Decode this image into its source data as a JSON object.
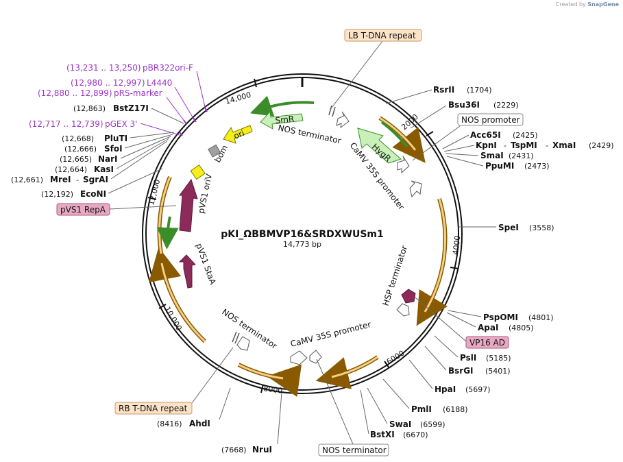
{
  "watermark": {
    "created_by": "Created by",
    "brand": "SnapGene"
  },
  "plasmid": {
    "name": "pKI_ΩBBMVP16&SRDXWUSm1",
    "length_label": "14,773 bp"
  },
  "tick_labels": [
    "2000",
    "4000",
    "6000",
    "8000",
    "10,000",
    "12,000",
    "14,000"
  ],
  "primers": [
    {
      "range": "(13,231 .. 13,250)",
      "name": "pBR322ori-F"
    },
    {
      "range": "(12,980 .. 12,997)",
      "name": "L4440"
    },
    {
      "range": "(12,880 .. 12,899)",
      "name": "pRS-marker"
    },
    {
      "range": "(12,717 .. 12,739)",
      "name": "pGEX 3'"
    }
  ],
  "sites_left": [
    {
      "pos": "(12,863)",
      "name": "BstZ17I"
    },
    {
      "pos": "(12,668)",
      "name": "PluTI"
    },
    {
      "pos": "(12,666)",
      "name": "SfoI"
    },
    {
      "pos": "(12,665)",
      "name": "NarI"
    },
    {
      "pos": "(12,664)",
      "name": "KasI"
    },
    {
      "pos": "(12,661)",
      "name": "MreI",
      "name2": "SgrAI"
    },
    {
      "pos": "(12,192)",
      "name": "EcoNI"
    }
  ],
  "sites_right": [
    {
      "name": "RsrII",
      "pos": "(1704)"
    },
    {
      "name": "Bsu36I",
      "pos": "(2229)"
    },
    {
      "name": "Acc65I",
      "pos": "(2425)"
    },
    {
      "name": "KpnI",
      "name2": "TspMI",
      "name3": "XmaI",
      "pos": "(2429)"
    },
    {
      "name": "SmaI",
      "pos": "(2431)"
    },
    {
      "name": "PpuMI",
      "pos": "(2473)"
    },
    {
      "name": "SpeI",
      "pos": "(3558)"
    },
    {
      "name": "PspOMI",
      "pos": "(4801)"
    },
    {
      "name": "ApaI",
      "pos": "(4805)"
    },
    {
      "name": "PslI",
      "pos": "(5185)"
    },
    {
      "name": "BsrGI",
      "pos": "(5401)"
    },
    {
      "name": "HpaI",
      "pos": "(5697)"
    },
    {
      "name": "PmlI",
      "pos": "(6188)"
    },
    {
      "name": "SwaI",
      "pos": "(6599)"
    },
    {
      "name": "BstXI",
      "pos": "(6670)"
    }
  ],
  "sites_bottom": [
    {
      "pos": "(8416)",
      "name": "AhdI"
    },
    {
      "pos": "(7668)",
      "name": "NruI"
    }
  ],
  "boxed_features": {
    "lb_tdna": "LB T-DNA repeat",
    "nos_promoter": "NOS promoter",
    "vp16_ad": "VP16 AD",
    "nos_terminator_box": "NOS terminator",
    "rb_tdna": "RB T-DNA repeat",
    "pvs1_repa": "pVS1 RepA"
  },
  "inner_features": {
    "smr": "SmR",
    "ori": "ori",
    "hygr": "HygR",
    "nos_terminator_top": "NOS terminator",
    "camv_top": "CaMV 35S promoter",
    "bom": "bom",
    "pvs1_oriv": "pVS1 oriV",
    "pvs1_staa": "pVS1 StaA",
    "hsp_terminator": "HSP terminator",
    "nos_terminator_bottom": "NOS terminator",
    "camv_bottom": "CaMV 35S promoter"
  },
  "colors": {
    "orf_fill": "#f4cf86",
    "orf_stroke": "#8a5a00",
    "green_fill": "#c8f0b8",
    "green_stroke": "#3b8d2a",
    "ori_yellow": "#f6ee1a",
    "maroon": "#8c2a5a",
    "primer_purple": "#9b35c8",
    "tdna_box": "#fde4c8",
    "pink_box": "#e8a9c2"
  }
}
